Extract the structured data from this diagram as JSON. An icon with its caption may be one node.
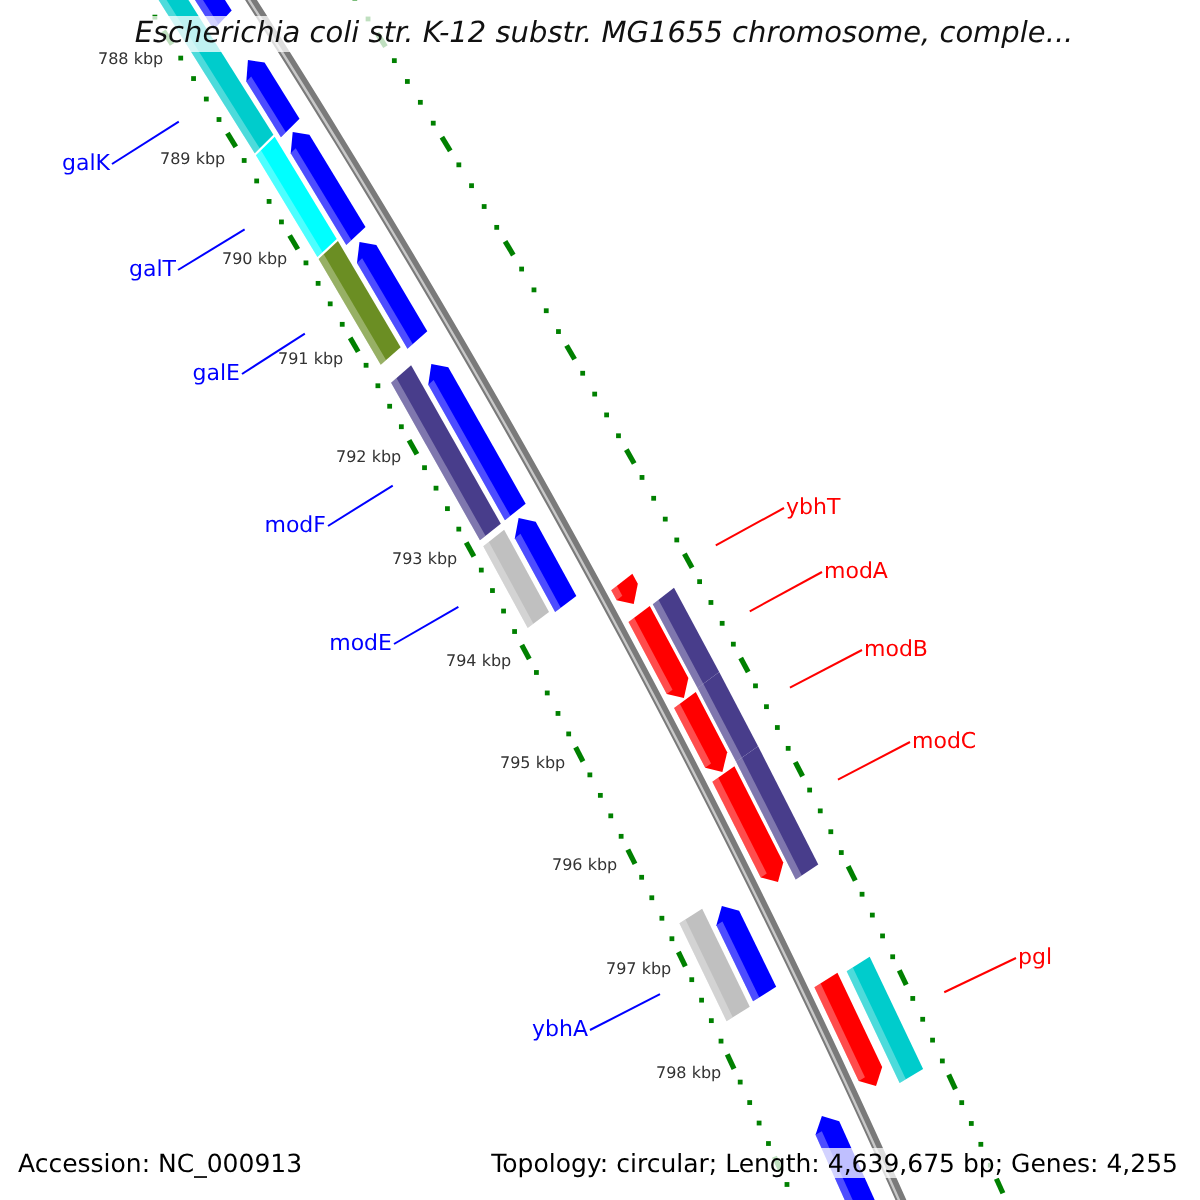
{
  "diagram": {
    "title": "Escherichia coli str. K-12 substr. MG1655 chromosome, comple...",
    "nodes": [
      {
        "text": [
          "galK"
        ]
      },
      {
        "text": [
          "galT"
        ]
      },
      {
        "text": [
          "galE"
        ]
      },
      {
        "text": [
          "ybhT"
        ]
      },
      {
        "text": [
          "modF"
        ]
      },
      {
        "text": [
          "modA"
        ]
      },
      {
        "text": [
          "modE"
        ]
      },
      {
        "text": [
          "modB"
        ]
      },
      {
        "text": [
          "modC"
        ]
      },
      {
        "text": [
          "pgl"
        ]
      },
      {
        "text": [
          "ybhA"
        ]
      }
    ],
    "edges": [
      {
        "from": 0,
        "to": null,
        "arrow": "none"
      },
      {
        "from": 1,
        "to": null,
        "arrow": "none"
      },
      {
        "from": 2,
        "to": null,
        "arrow": "none"
      },
      {
        "from": 3,
        "to": null,
        "arrow": "none",
        "color": "#ff0000"
      },
      {
        "from": 4,
        "to": null,
        "arrow": "none"
      },
      {
        "from": 5,
        "to": null,
        "arrow": "none",
        "color": "#ff0000"
      },
      {
        "from": 6,
        "to": null,
        "arrow": "none"
      },
      {
        "from": 7,
        "to": null,
        "arrow": "none",
        "color": "#ff0000"
      },
      {
        "from": 8,
        "to": null,
        "arrow": "none",
        "color": "#ff0000"
      },
      {
        "from": 9,
        "to": null,
        "arrow": "none",
        "color": "#ff0000"
      },
      {
        "from": 10,
        "to": null,
        "arrow": "none"
      }
    ],
    "labels": [
      "788 kbp",
      "789 kbp",
      "790 kbp",
      "791 kbp",
      "792 kbp",
      "793 kbp",
      "794 kbp",
      "795 kbp",
      "796 kbp",
      "797 kbp",
      "798 kbp",
      "Accession: NC_000913",
      "Topology: circular; Length: 4,639,675 bp; Genes: 4,255"
    ]
  }
}
